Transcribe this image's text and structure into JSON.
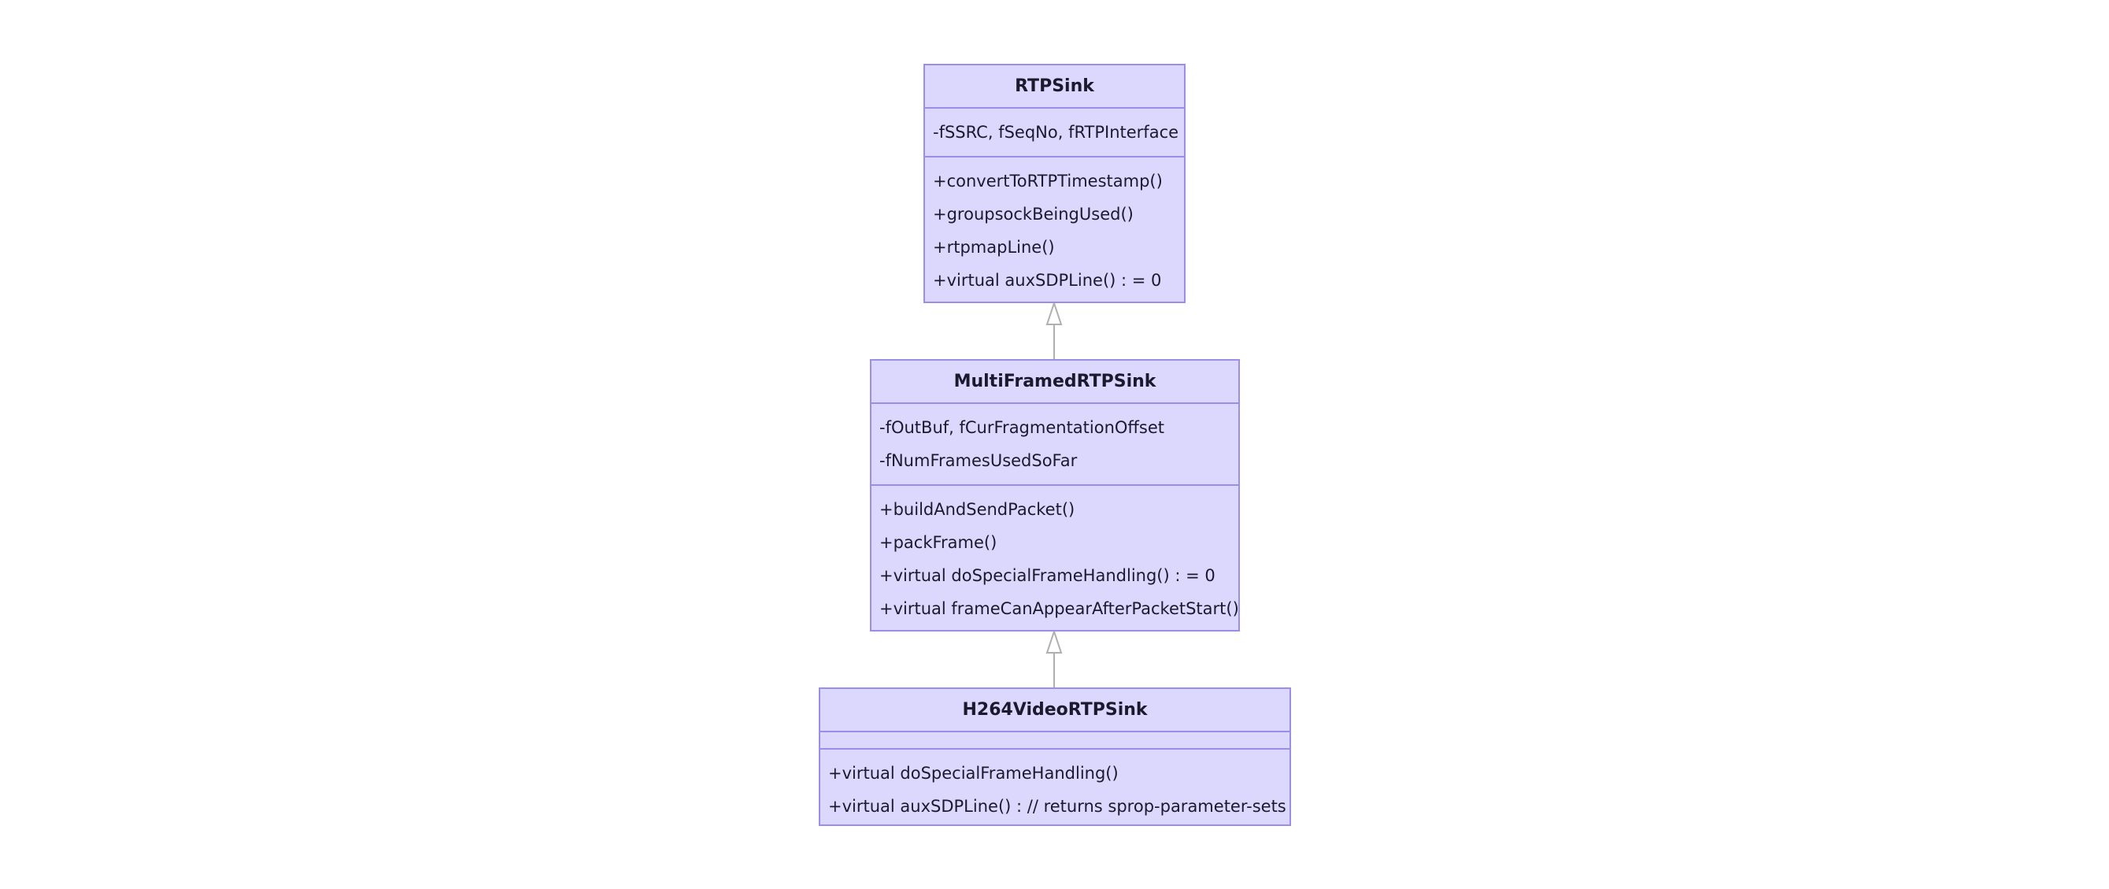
{
  "classes": {
    "rtpsink": {
      "name": "RTPSink",
      "attributes": [
        "-fSSRC, fSeqNo, fRTPInterface"
      ],
      "methods": [
        "+convertToRTPTimestamp()",
        "+groupsockBeingUsed()",
        "+rtpmapLine()",
        "+virtual auxSDPLine() : = 0"
      ]
    },
    "multiframed": {
      "name": "MultiFramedRTPSink",
      "attributes": [
        "-fOutBuf, fCurFragmentationOffset",
        "-fNumFramesUsedSoFar"
      ],
      "methods": [
        "+buildAndSendPacket()",
        "+packFrame()",
        "+virtual doSpecialFrameHandling() : = 0",
        "+virtual frameCanAppearAfterPacketStart()"
      ]
    },
    "h264": {
      "name": "H264VideoRTPSink",
      "attributes": [],
      "methods": [
        "+virtual doSpecialFrameHandling()",
        "+virtual auxSDPLine() : // returns sprop-parameter-sets"
      ]
    }
  },
  "relations": [
    {
      "from": "multiframed",
      "to": "rtpsink",
      "type": "inheritance"
    },
    {
      "from": "h264",
      "to": "multiframed",
      "type": "inheritance"
    }
  ],
  "colors": {
    "box_fill": "#dcd7fc",
    "box_border": "#9a8ee8",
    "edge": "#b0b0b0"
  }
}
